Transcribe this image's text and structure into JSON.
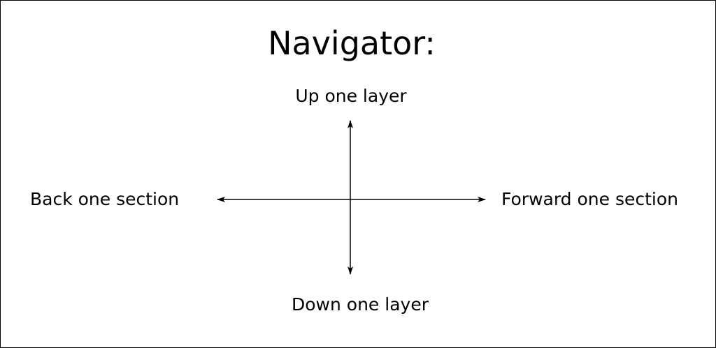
{
  "title": "Navigator:",
  "labels": {
    "up": "Up one layer",
    "down": "Down one layer",
    "back": "Back one section",
    "forward": "Forward one section"
  }
}
